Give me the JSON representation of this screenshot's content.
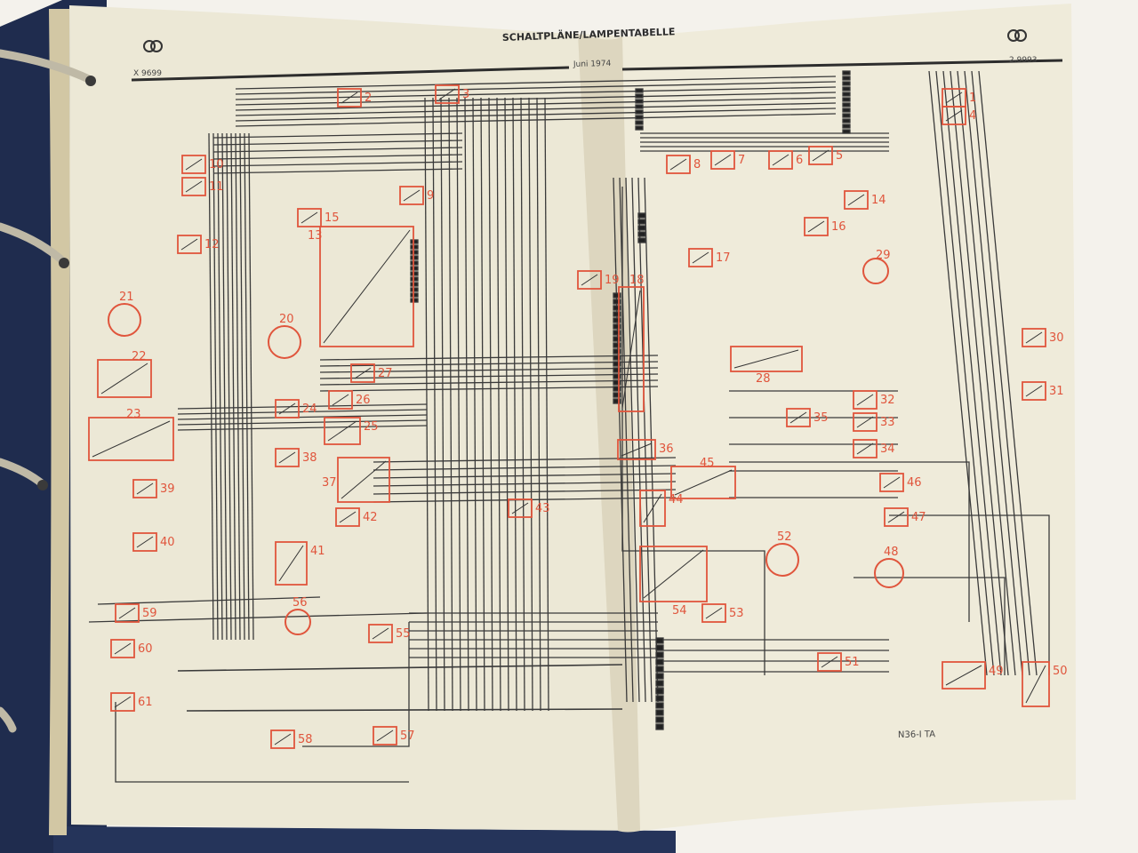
{
  "header": {
    "title": "SCHALTPLÄNE/LAMPENTABELLE",
    "date": "Juni 1974",
    "left_code": "X 9699",
    "right_code": "2.9993",
    "footer_code": "N36-I TA"
  },
  "colors": {
    "paper": "#ece7d3",
    "paper_edge": "#d9d1b6",
    "binder": "#28375e",
    "rings": "#cfc9b6",
    "wire": "#3a3a3a",
    "component": "#e0553c"
  },
  "components": [
    {
      "n": "1"
    },
    {
      "n": "2"
    },
    {
      "n": "3"
    },
    {
      "n": "4"
    },
    {
      "n": "5"
    },
    {
      "n": "6"
    },
    {
      "n": "7"
    },
    {
      "n": "8"
    },
    {
      "n": "9"
    },
    {
      "n": "10"
    },
    {
      "n": "11"
    },
    {
      "n": "12"
    },
    {
      "n": "13"
    },
    {
      "n": "14"
    },
    {
      "n": "15"
    },
    {
      "n": "16"
    },
    {
      "n": "17"
    },
    {
      "n": "18"
    },
    {
      "n": "19"
    },
    {
      "n": "20"
    },
    {
      "n": "21"
    },
    {
      "n": "22"
    },
    {
      "n": "23"
    },
    {
      "n": "24"
    },
    {
      "n": "25"
    },
    {
      "n": "26"
    },
    {
      "n": "27"
    },
    {
      "n": "28"
    },
    {
      "n": "29"
    },
    {
      "n": "30"
    },
    {
      "n": "31"
    },
    {
      "n": "32"
    },
    {
      "n": "33"
    },
    {
      "n": "34"
    },
    {
      "n": "35"
    },
    {
      "n": "36"
    },
    {
      "n": "37"
    },
    {
      "n": "38"
    },
    {
      "n": "39"
    },
    {
      "n": "40"
    },
    {
      "n": "41"
    },
    {
      "n": "42"
    },
    {
      "n": "43"
    },
    {
      "n": "44"
    },
    {
      "n": "45"
    },
    {
      "n": "46"
    },
    {
      "n": "47"
    },
    {
      "n": "48"
    },
    {
      "n": "49"
    },
    {
      "n": "50"
    },
    {
      "n": "51"
    },
    {
      "n": "52"
    },
    {
      "n": "53"
    },
    {
      "n": "54"
    },
    {
      "n": "55"
    },
    {
      "n": "56"
    },
    {
      "n": "57"
    },
    {
      "n": "58"
    },
    {
      "n": "59"
    },
    {
      "n": "60"
    },
    {
      "n": "61"
    }
  ]
}
